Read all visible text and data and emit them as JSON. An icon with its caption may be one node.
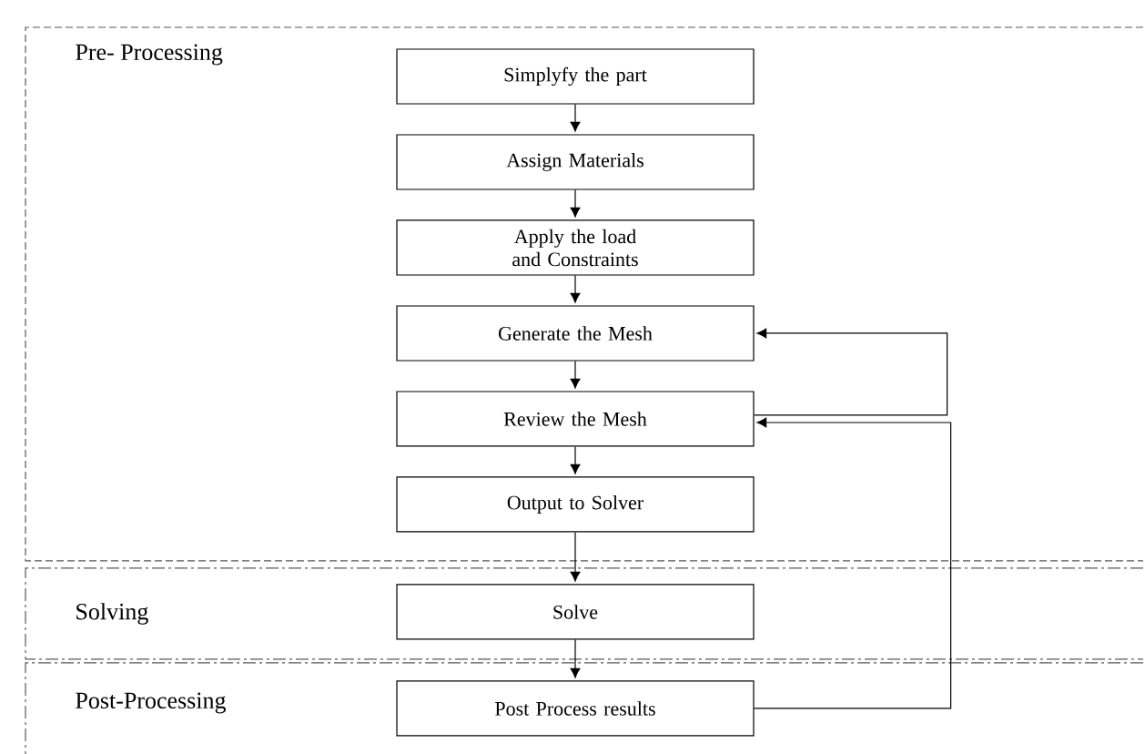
{
  "diagram": {
    "nodes": [
      {
        "text": [
          "Pre- Processing"
        ]
      },
      {
        "text": [
          "Simplyfy the part"
        ],
        "in": 0
      },
      {
        "text": [
          "Assign Materials"
        ],
        "in": 0
      },
      {
        "text": [
          "Apply the load and Constraints"
        ],
        "in": 0
      },
      {
        "text": [
          "Generate the Mesh"
        ],
        "in": 0
      },
      {
        "text": [
          "Review the Mesh"
        ],
        "in": 0
      },
      {
        "text": [
          "Output to Solver"
        ],
        "in": 0
      },
      {
        "text": [
          "Solving"
        ]
      },
      {
        "text": [
          "Solve"
        ],
        "in": 7
      },
      {
        "text": [
          "Post-Processing"
        ]
      },
      {
        "text": [
          "Post Process results"
        ],
        "in": 9
      }
    ],
    "edges": [
      {
        "from": 1,
        "to": 2,
        "arrow": "to"
      },
      {
        "from": 2,
        "to": 3,
        "arrow": "to"
      },
      {
        "from": 3,
        "to": 4,
        "arrow": "to"
      },
      {
        "from": 4,
        "to": 5,
        "arrow": "to"
      },
      {
        "from": 5,
        "to": 6,
        "arrow": "to"
      },
      {
        "from": 6,
        "to": 8,
        "arrow": "to"
      },
      {
        "from": 8,
        "to": 10,
        "arrow": "to"
      },
      {
        "from": 5,
        "to": 4,
        "arrow": "to"
      },
      {
        "from": 10,
        "to": 5,
        "arrow": "to"
      }
    ]
  }
}
